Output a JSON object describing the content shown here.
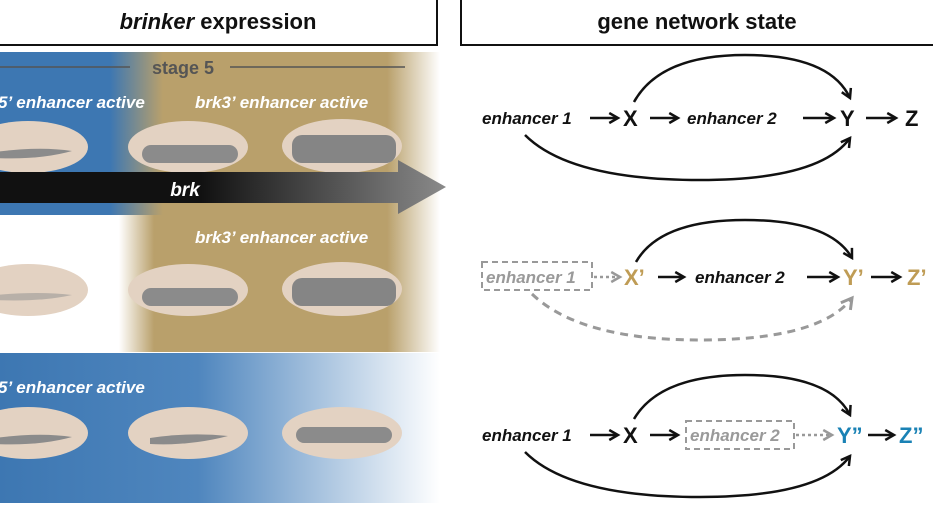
{
  "left_panel": {
    "title_italic": "brinker",
    "title_rest": " expression",
    "stage_label": "stage 5",
    "row1": {
      "label_5": "5’ enhancer active",
      "label_3": "brk3’ enhancer active"
    },
    "arrow_label": "brk",
    "row2": {
      "label_3": "brk3’ enhancer active"
    },
    "row3": {
      "label_5": "5’ enhancer active"
    }
  },
  "right_panel": {
    "title": "gene network state",
    "row1": {
      "enh1": "enhancer 1",
      "x": "X",
      "enh2": "enhancer 2",
      "y": "Y",
      "z": "Z"
    },
    "row2": {
      "enh1": "enhancer 1",
      "x": "X’",
      "enh2": "enhancer 2",
      "y": "Y’",
      "z": "Z’"
    },
    "row3": {
      "enh1": "enhancer 1",
      "x": "X",
      "enh2": "enhancer 2",
      "y": "Y”",
      "z": "Z”"
    }
  },
  "colors": {
    "blue": "#3d77b2",
    "gold": "#b9a06b",
    "gold_text": "#bf9c55",
    "teal_text": "#1a82b5",
    "embryo": "#e3d2c2",
    "stain": "#8b8b8b",
    "inactive": "#9a9a9a"
  }
}
